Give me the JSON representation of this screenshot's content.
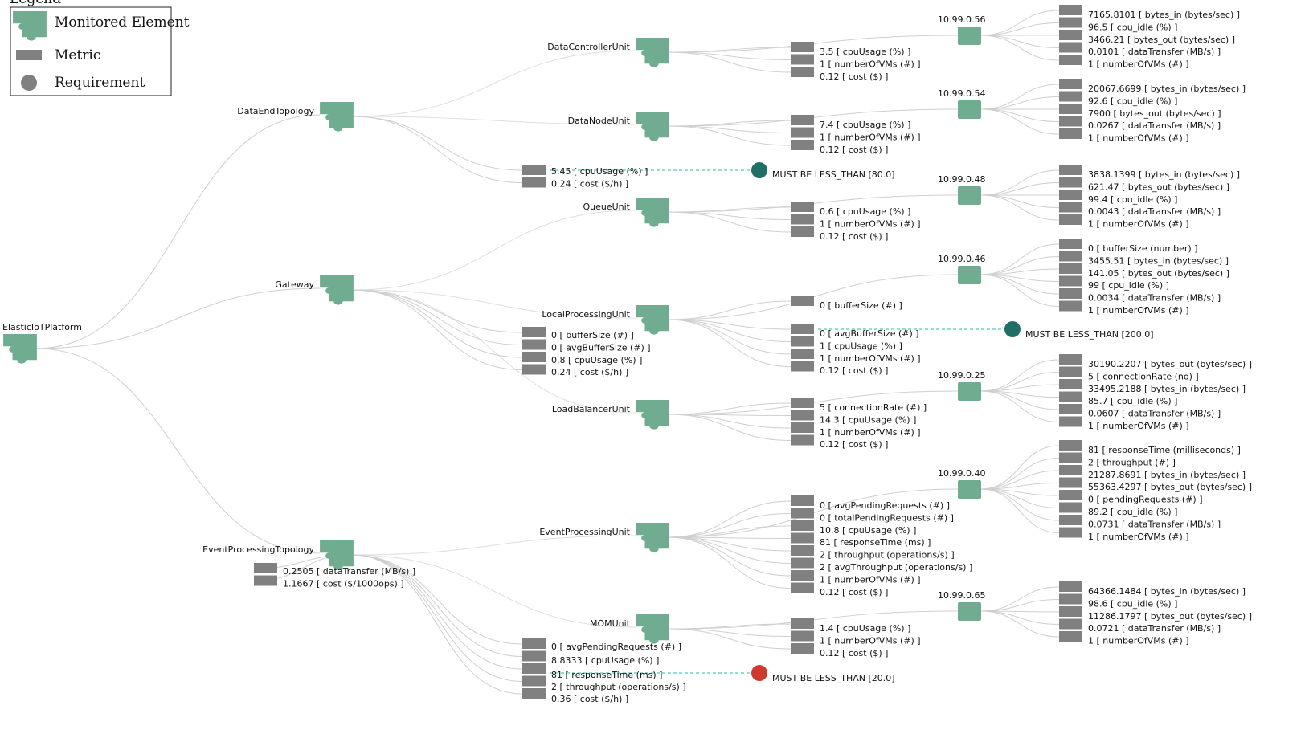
{
  "legend": {
    "title": "Legend",
    "items": [
      {
        "label": "Monitored Element"
      },
      {
        "label": "Metric"
      },
      {
        "label": "Requirement"
      }
    ]
  },
  "colors": {
    "element": "#6fac90",
    "metric": "#808080",
    "requirement_ok": "#1f6f66",
    "requirement_violated": "#d03a2c",
    "link": "#cfcfcf",
    "requirement_link": "#2bbfa0"
  },
  "elements": [
    {
      "id": "root",
      "label": "ElasticIoTPlatform"
    },
    {
      "id": "det",
      "label": "DataEndTopology"
    },
    {
      "id": "gw",
      "label": "Gateway"
    },
    {
      "id": "ept",
      "label": "EventProcessingTopology"
    },
    {
      "id": "dcu",
      "label": "DataControllerUnit"
    },
    {
      "id": "dnu",
      "label": "DataNodeUnit"
    },
    {
      "id": "qu",
      "label": "QueueUnit"
    },
    {
      "id": "lpu",
      "label": "LocalProcessingUnit"
    },
    {
      "id": "lbu",
      "label": "LoadBalancerUnit"
    },
    {
      "id": "epu",
      "label": "EventProcessingUnit"
    },
    {
      "id": "mom",
      "label": "MOMUnit"
    }
  ],
  "vms": [
    {
      "id": "vm56",
      "label": "10.99.0.56"
    },
    {
      "id": "vm54",
      "label": "10.99.0.54"
    },
    {
      "id": "vm48",
      "label": "10.99.0.48"
    },
    {
      "id": "vm46",
      "label": "10.99.0.46"
    },
    {
      "id": "vm25",
      "label": "10.99.0.25"
    },
    {
      "id": "vm40",
      "label": "10.99.0.40"
    },
    {
      "id": "vm65",
      "label": "10.99.0.65"
    }
  ],
  "metric_groups": [
    {
      "id": "det_m",
      "metrics": [
        "5.45 [ cpuUsage (%) ]",
        "0.24 [ cost ($/h) ]"
      ]
    },
    {
      "id": "gw_m",
      "metrics": [
        "0 [ bufferSize (#) ]",
        "0 [ avgBufferSize (#) ]",
        "0.8 [ cpuUsage (%) ]",
        "0.24 [ cost ($/h) ]"
      ]
    },
    {
      "id": "ept_m",
      "metrics": [
        "0.2505 [ dataTransfer (MB/s) ]",
        "1.1667 [ cost ($/1000ops) ]"
      ]
    },
    {
      "id": "mom_gm",
      "metrics": [
        "0 [ avgPendingRequests (#) ]",
        "8.8333 [ cpuUsage (%) ]",
        "81 [ responseTime (ms) ]",
        "2 [ throughput (operations/s) ]",
        "0.36 [ cost ($/h) ]"
      ]
    },
    {
      "id": "dcu_m",
      "metrics": [
        "3.5 [ cpuUsage (%) ]",
        "1 [ numberOfVMs (#) ]",
        "0.12 [ cost ($) ]"
      ]
    },
    {
      "id": "dnu_m",
      "metrics": [
        "7.4 [ cpuUsage (%) ]",
        "1 [ numberOfVMs (#) ]",
        "0.12 [ cost ($) ]"
      ]
    },
    {
      "id": "qu_m",
      "metrics": [
        "0.6 [ cpuUsage (%) ]",
        "1 [ numberOfVMs (#) ]",
        "0.12 [ cost ($) ]"
      ]
    },
    {
      "id": "lpu_m1",
      "metrics": [
        "0 [ bufferSize (#) ]"
      ]
    },
    {
      "id": "lpu_m2",
      "metrics": [
        "0 [ avgBufferSize (#) ]",
        "1 [ cpuUsage (%) ]",
        "1 [ numberOfVMs (#) ]",
        "0.12 [ cost ($) ]"
      ]
    },
    {
      "id": "lbu_m",
      "metrics": [
        "5 [ connectionRate (#) ]",
        "14.3 [ cpuUsage (%) ]",
        "1 [ numberOfVMs (#) ]",
        "0.12 [ cost ($) ]"
      ]
    },
    {
      "id": "epu_m",
      "metrics": [
        "0 [ avgPendingRequests (#) ]",
        "0 [ totalPendingRequests (#) ]",
        "10.8 [ cpuUsage (%) ]",
        "81 [ responseTime (ms) ]",
        "2 [ throughput (operations/s) ]",
        "2 [ avgThroughput (operations/s) ]",
        "1 [ numberOfVMs (#) ]",
        "0.12 [ cost ($) ]"
      ]
    },
    {
      "id": "mom_m",
      "metrics": [
        "1.4 [ cpuUsage (%) ]",
        "1 [ numberOfVMs (#) ]",
        "0.12 [ cost ($) ]"
      ]
    },
    {
      "id": "vm56_m",
      "metrics": [
        "7165.8101 [ bytes_in (bytes/sec) ]",
        "96.5 [ cpu_idle (%) ]",
        "3466.21 [ bytes_out (bytes/sec) ]",
        "0.0101 [ dataTransfer (MB/s) ]",
        "1 [ numberOfVMs (#) ]"
      ]
    },
    {
      "id": "vm54_m",
      "metrics": [
        "20067.6699 [ bytes_in (bytes/sec) ]",
        "92.6 [ cpu_idle (%) ]",
        "7900 [ bytes_out (bytes/sec) ]",
        "0.0267 [ dataTransfer (MB/s) ]",
        "1 [ numberOfVMs (#) ]"
      ]
    },
    {
      "id": "vm48_m",
      "metrics": [
        "3838.1399 [ bytes_in (bytes/sec) ]",
        "621.47 [ bytes_out (bytes/sec) ]",
        "99.4 [ cpu_idle (%) ]",
        "0.0043 [ dataTransfer (MB/s) ]",
        "1 [ numberOfVMs (#) ]"
      ]
    },
    {
      "id": "vm46_m",
      "metrics": [
        "0 [ bufferSize (number) ]",
        "3455.51 [ bytes_in (bytes/sec) ]",
        "141.05 [ bytes_out (bytes/sec) ]",
        "99 [ cpu_idle (%) ]",
        "0.0034 [ dataTransfer (MB/s) ]",
        "1 [ numberOfVMs (#) ]"
      ]
    },
    {
      "id": "vm25_m",
      "metrics": [
        "30190.2207 [ bytes_out (bytes/sec) ]",
        "5 [ connectionRate (no) ]",
        "33495.2188 [ bytes_in (bytes/sec) ]",
        "85.7 [ cpu_idle (%) ]",
        "0.0607 [ dataTransfer (MB/s) ]",
        "1 [ numberOfVMs (#) ]"
      ]
    },
    {
      "id": "vm40_m",
      "metrics": [
        "81 [ responseTime (milliseconds) ]",
        "2 [ throughput (#) ]",
        "21287.8691 [ bytes_in (bytes/sec) ]",
        "55363.4297 [ bytes_out (bytes/sec) ]",
        "0 [ pendingRequests (#) ]",
        "89.2 [ cpu_idle (%) ]",
        "0.0731 [ dataTransfer (MB/s) ]",
        "1 [ numberOfVMs (#) ]"
      ]
    },
    {
      "id": "vm65_m",
      "metrics": [
        "64366.1484 [ bytes_in (bytes/sec) ]",
        "98.6 [ cpu_idle (%) ]",
        "11286.1797 [ bytes_out (bytes/sec) ]",
        "0.0721 [ dataTransfer (MB/s) ]",
        "1 [ numberOfVMs (#) ]"
      ]
    }
  ],
  "requirements": [
    {
      "id": "req1",
      "label": "MUST BE LESS_THAN [80.0]",
      "status": "ok"
    },
    {
      "id": "req2",
      "label": "MUST BE LESS_THAN [200.0]",
      "status": "ok"
    },
    {
      "id": "req3",
      "label": "MUST BE LESS_THAN [20.0]",
      "status": "violated"
    }
  ]
}
